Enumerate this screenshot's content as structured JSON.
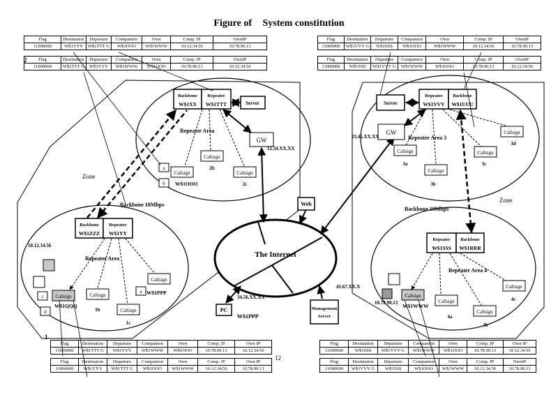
{
  "title": {
    "part1": "Figure of",
    "part2": "System constitution"
  },
  "page_number": "12",
  "table_columns": [
    "Flag",
    "Destination",
    "Departure",
    "Companion",
    "Own",
    "Comp. IP",
    "OwnIP"
  ],
  "table_columns_bottom_left": [
    "Flag",
    "Destination",
    "Departure",
    "Companion",
    "Own",
    "Comp. IP",
    "Own IP"
  ],
  "table_columns_bottom_right": [
    "Flag",
    "Destination",
    "Departure",
    "Companion",
    "Own",
    "Comp. IP",
    "Own IP"
  ],
  "tables": {
    "top_left": {
      "rows": [
        [
          "11000000",
          "W$1YYY",
          "W$1TTT G",
          "W$1OOO",
          "W$1WWW",
          "10.12.34.56",
          "10.78.90.13"
        ],
        [
          "11000000",
          "W$1TTT G",
          "W$1YYY",
          "W$1WWW",
          "W$1OOO",
          "10.78.90.13",
          "10.12.34.56"
        ]
      ]
    },
    "top_right": {
      "rows": [
        [
          "11000000",
          "W$1VVV G",
          "W$1SSS",
          "W$1OOO",
          "W$1WWW",
          "10.12.34.56",
          "10.78.90.13"
        ],
        [
          "11000000",
          "W$1SSS",
          "W$1VVV G",
          "W$1WWW",
          "W$1OOO",
          "10.78.90.13",
          "10.12.34.56"
        ]
      ]
    },
    "bottom_left": {
      "rows": [
        [
          "11000000",
          "W$1TTT G",
          "W$1YYY",
          "W$1WWW",
          "W$1OOO",
          "10.78.90.13",
          "10.12.34.56"
        ],
        [
          "11000000",
          "W$1YYY",
          "W$1TTT G",
          "W$1OOO",
          "W$1WWW",
          "10.12.34.56",
          "10.78.90.13"
        ]
      ]
    },
    "bottom_right": {
      "rows": [
        [
          "11000000",
          "W$1SSS",
          "W$1VVV G",
          "W$1WWW",
          "W$1OOO",
          "10.78.90.13",
          "10.12.34.56"
        ],
        [
          "11000000",
          "W$1VVV G",
          "W$1SSS",
          "W$1OOO",
          "W$1WWW",
          "10.12.34.56",
          "10.78.90.13"
        ]
      ]
    }
  },
  "row_markers": {
    "two": "2",
    "one": "1"
  },
  "left_zone": {
    "zone_label": "Zone",
    "backbone_caption": "Backbone 10Mbps",
    "ip_label": "10.12.34.56",
    "upper": {
      "backbone_label": "Backbone",
      "backbone_id": "W$1XX",
      "repeater_label": "Repeater",
      "repeater_id": "W$1TTT",
      "server_label": "Server",
      "gw_label": "GW",
      "gw_ip": "12.34.XX.XX",
      "area_label": "Repeater Area",
      "callsign": "Callsign",
      "a": "a",
      "b": "b",
      "own_id": "W$1OOO",
      "label_2b": "2b",
      "label_2c": "2c"
    },
    "lower": {
      "backbone_label": "Backbone",
      "backbone_id": "W$1ZZZ",
      "repeater_label": "Repeater",
      "repeater_id": "W$1YY",
      "area_label": "Repeater Area",
      "callsign": "Callsign",
      "c": "c",
      "d": "d",
      "a": "a",
      "qqq_id": "W$1QQQ",
      "ppp_id": "W$1PPP",
      "label_1b": "1b",
      "label_1c": "1c"
    }
  },
  "right_zone": {
    "zone_label": "Zone",
    "backbone_caption": "Backbone 10Mbps",
    "ip_label": "10.78.90.13",
    "upper": {
      "repeater_label": "Repeater",
      "repeater_id": "W$1VVV",
      "backbone_label": "Backbone",
      "backbone_id": "W$1UUU",
      "server_label": "Server",
      "gw_label": "GW",
      "gw_ip": "23.45.XX.XX",
      "area_label": "Repeater Area 3",
      "callsign": "Callsign",
      "label_3a": "3a",
      "label_3b": "3b",
      "label_3c": "3c",
      "label_3d": "3d"
    },
    "lower": {
      "repeater_label": "Repeater",
      "repeater_id": "W$1SSS",
      "backbone_label": "Backbone",
      "backbone_id": "W$1RRR",
      "area_label": "Repeater Area 4",
      "callsign": "Callsign",
      "www_id": "W$1WWW",
      "label_4a": "4a",
      "label_4b": "4b",
      "label_4c": "4c"
    }
  },
  "internet": {
    "label": "The Internet",
    "web_label": "Web",
    "pc_label": "PC",
    "pc_id": "W$1PPP",
    "pc_ip": "34.56.XX.XX",
    "mgmt_line1": "Management",
    "mgmt_line2": "Server",
    "mgmt_ip": "45.67.XX.X"
  }
}
